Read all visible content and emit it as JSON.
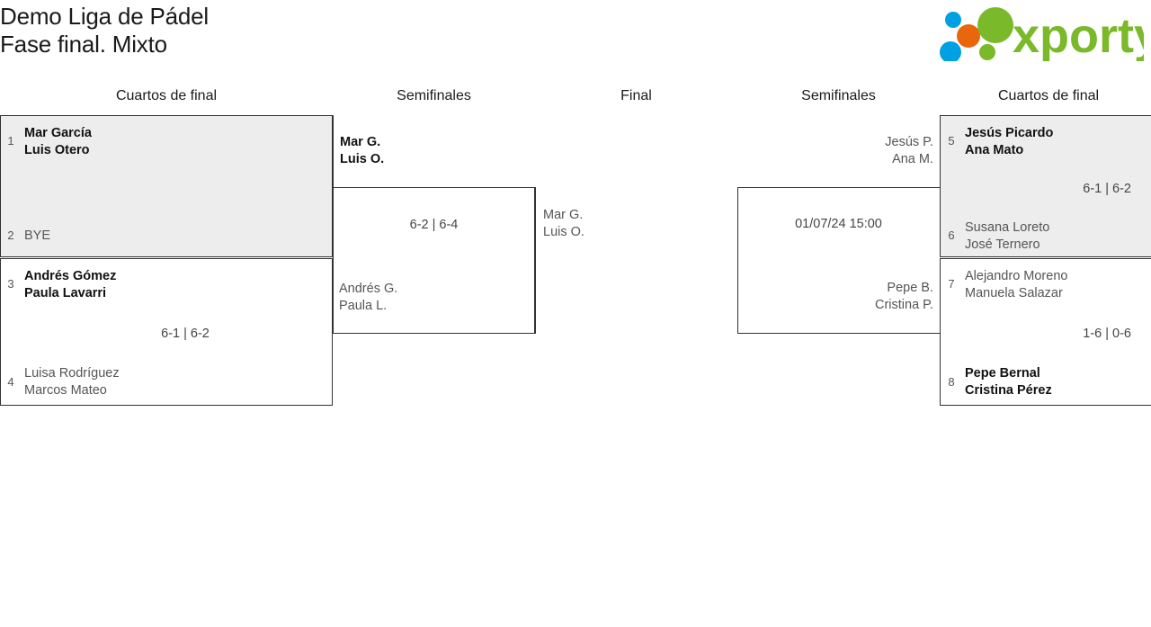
{
  "header": {
    "title_line1": "Demo Liga de Pádel",
    "title_line2": "Fase final. Mixto",
    "logo_text": "xporty",
    "logo_colors": {
      "green": "#7ab929",
      "blue": "#00a0e3",
      "orange": "#e8660c"
    }
  },
  "rounds": [
    {
      "label": "Cuartos de final"
    },
    {
      "label": "Semifinales"
    },
    {
      "label": "Final"
    },
    {
      "label": "Semifinales"
    },
    {
      "label": "Cuartos de final"
    }
  ],
  "left": {
    "qf1": {
      "top": {
        "seed": "1",
        "p1": "Mar García",
        "p2": "Luis Otero",
        "status": "win"
      },
      "bottom": {
        "seed": "2",
        "p1": "BYE",
        "p2": "",
        "status": "lose"
      },
      "score": ""
    },
    "qf2": {
      "top": {
        "seed": "3",
        "p1": "Andrés Gómez",
        "p2": "Paula Lavarri",
        "status": "win"
      },
      "bottom": {
        "seed": "4",
        "p1": "Luisa Rodríguez",
        "p2": "Marcos Mateo",
        "status": "lose"
      },
      "score": "6-1 | 6-2"
    },
    "sf": {
      "top": {
        "p1": "Mar G.",
        "p2": "Luis O.",
        "status": "win"
      },
      "bottom": {
        "p1": "Andrés G.",
        "p2": "Paula L.",
        "status": "lose"
      },
      "score": "6-2 | 6-4"
    }
  },
  "final": {
    "left_entrant": {
      "p1": "Mar G.",
      "p2": "Luis O.",
      "status": "lose"
    }
  },
  "right": {
    "sf": {
      "top": {
        "p1": "Jesús P.",
        "p2": "Ana M.",
        "status": "lose"
      },
      "bottom": {
        "p1": "Pepe B.",
        "p2": "Cristina P.",
        "status": "lose"
      },
      "score": "01/07/24 15:00"
    },
    "qf1": {
      "top": {
        "seed": "5",
        "p1": "Jesús Picardo",
        "p2": "Ana Mato",
        "status": "win"
      },
      "bottom": {
        "seed": "6",
        "p1": "Susana Loreto",
        "p2": "José Ternero",
        "status": "lose"
      },
      "score": "6-1 | 6-2"
    },
    "qf2": {
      "top": {
        "seed": "7",
        "p1": "Alejandro Moreno",
        "p2": "Manuela Salazar",
        "status": "lose"
      },
      "bottom": {
        "seed": "8",
        "p1": "Pepe Bernal",
        "p2": "Cristina Pérez",
        "status": "win"
      },
      "score": "1-6 | 0-6"
    }
  }
}
